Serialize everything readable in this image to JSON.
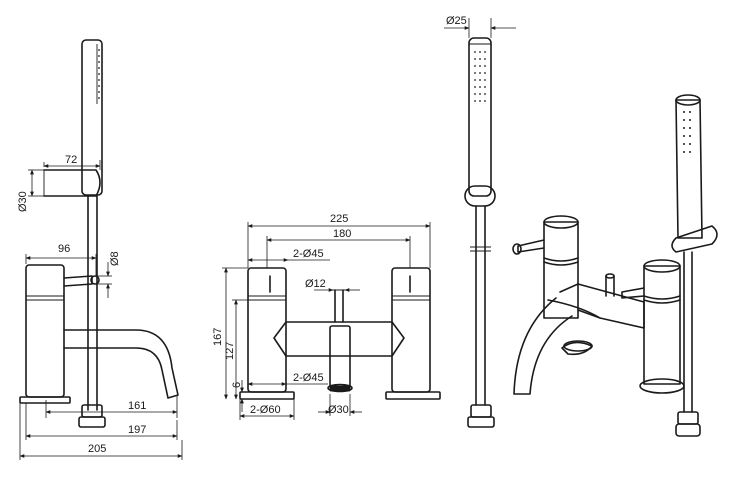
{
  "dimensions": {
    "side_depth_handset": "72",
    "side_bracket_dia": "Ø30",
    "side_spout_depth": "96",
    "side_lever_dia": "Ø8",
    "side_spout_reach": "161",
    "side_overall_depth": "197",
    "side_base_depth": "205",
    "front_overall_width": "225",
    "front_centres": "180",
    "front_body_dia": "2-Ø45",
    "front_diverter_dia": "Ø12",
    "front_height": "167",
    "front_height_lower": "127",
    "front_base_height": "6",
    "front_base_dia": "2-Ø45",
    "front_foot_dia": "2-Ø60",
    "front_spout_dia": "Ø30",
    "handset_dia": "Ø25"
  }
}
